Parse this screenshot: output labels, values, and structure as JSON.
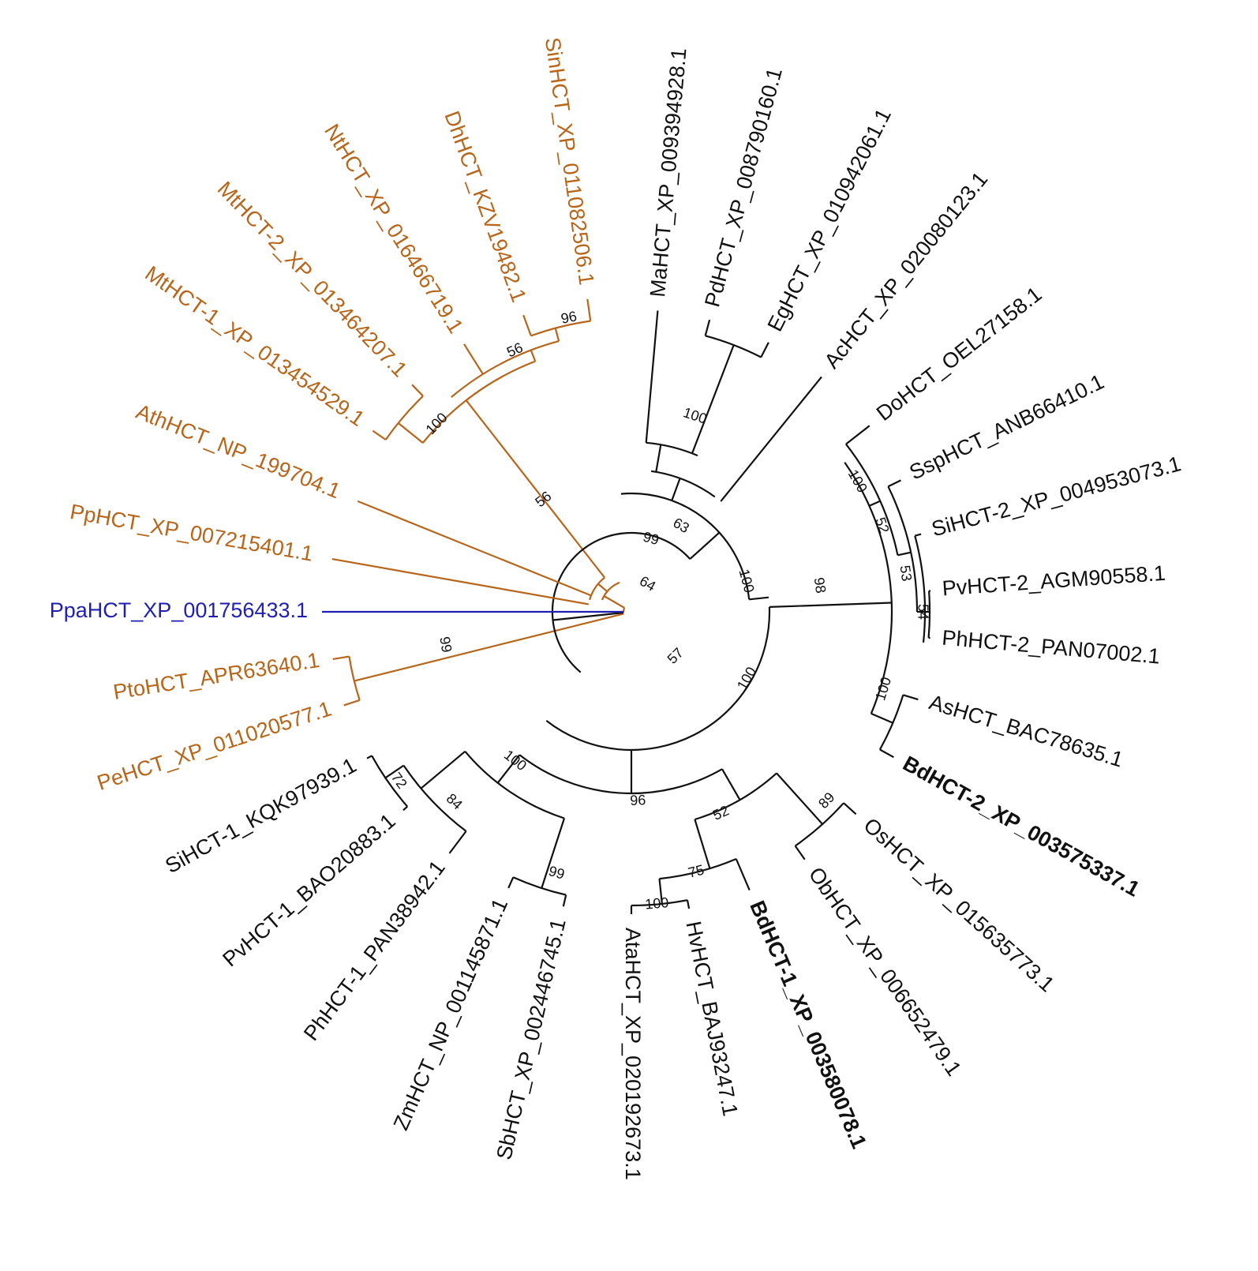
{
  "colors": {
    "eudicot": "#b8651a",
    "outgroup": "#1f1fb3",
    "monocot": "#111111"
  },
  "leaves": [
    {
      "id": "Ppa",
      "label": "PpaHCT_XP_001756433.1",
      "group": "outgroup"
    },
    {
      "id": "Pp",
      "label": "PpHCT_XP_007215401.1",
      "group": "eudicot"
    },
    {
      "id": "Ath",
      "label": "AthHCT_NP_199704.1",
      "group": "eudicot"
    },
    {
      "id": "Mt1",
      "label": "MtHCT-1_XP_013454529.1",
      "group": "eudicot"
    },
    {
      "id": "Mt2",
      "label": "MtHCT-2_XP_013464207.1",
      "group": "eudicot"
    },
    {
      "id": "Nt",
      "label": "NtHCT_XP_016466719.1",
      "group": "eudicot"
    },
    {
      "id": "Dh",
      "label": "DhHCT_KZV19482.1",
      "group": "eudicot"
    },
    {
      "id": "Sin",
      "label": "SinHCT_XP_011082506.1",
      "group": "eudicot"
    },
    {
      "id": "Ma",
      "label": "MaHCT_XP_009394928.1",
      "group": "monocot"
    },
    {
      "id": "Pd",
      "label": "PdHCT_XP_008790160.1",
      "group": "monocot"
    },
    {
      "id": "Eg",
      "label": "EgHCT_XP_010942061.1",
      "group": "monocot"
    },
    {
      "id": "Ac",
      "label": "AcHCT_XP_020080123.1",
      "group": "monocot"
    },
    {
      "id": "Do",
      "label": "DoHCT_OEL27158.1",
      "group": "monocot"
    },
    {
      "id": "Ssp",
      "label": "SspHCT_ANB66410.1",
      "group": "monocot"
    },
    {
      "id": "Si2",
      "label": "SiHCT-2_XP_004953073.1",
      "group": "monocot"
    },
    {
      "id": "Pv2",
      "label": "PvHCT-2_AGM90558.1",
      "group": "monocot"
    },
    {
      "id": "Ph2",
      "label": "PhHCT-2_PAN07002.1",
      "group": "monocot"
    },
    {
      "id": "As",
      "label": "AsHCT_BAC78635.1",
      "group": "monocot"
    },
    {
      "id": "Bd2",
      "label": "BdHCT-2_XP_003575337.1",
      "group": "monocot",
      "bold": true
    },
    {
      "id": "Os",
      "label": "OsHCT_XP_015635773.1",
      "group": "monocot"
    },
    {
      "id": "Ob",
      "label": "ObHCT_XP_006652479.1",
      "group": "monocot"
    },
    {
      "id": "Bd1",
      "label": "BdHCT-1_XP_003580078.1",
      "group": "monocot",
      "bold": true
    },
    {
      "id": "Hv",
      "label": "HvHCT_BAJ93247.1",
      "group": "monocot"
    },
    {
      "id": "Ata",
      "label": "AtaHCT_XP_020192673.1",
      "group": "monocot"
    },
    {
      "id": "Sb",
      "label": "SbHCT_XP_002446745.1",
      "group": "monocot"
    },
    {
      "id": "Zm",
      "label": "ZmHCT_NP_001145871.1",
      "group": "monocot"
    },
    {
      "id": "Ph1",
      "label": "PhHCT-1_PAN38942.1",
      "group": "monocot"
    },
    {
      "id": "Pv1",
      "label": "PvHCT-1_BAO20883.1",
      "group": "monocot"
    },
    {
      "id": "Si1",
      "label": "SiHCT-1_KQK97939.1",
      "group": "monocot"
    },
    {
      "id": "Pe",
      "label": "PeHCT_XP_011020577.1",
      "group": "eudicot"
    },
    {
      "id": "Pto",
      "label": "PtoHCT_APR63640.1",
      "group": "eudicot"
    }
  ],
  "bootstrap": [
    {
      "clade": "Dh+Sin",
      "value": "96"
    },
    {
      "clade": "Nt+Dh+Sin",
      "value": "56"
    },
    {
      "clade": "Mt1+Mt2+Nt+Dh+Sin",
      "value": "100"
    },
    {
      "clade": "Mt-Sin stem",
      "value": "56"
    },
    {
      "clade": "Pto+Pe",
      "value": "99"
    },
    {
      "clade": "eudicot core",
      "value": "64"
    },
    {
      "clade": "Ma+Pd+Eg",
      "value": "99"
    },
    {
      "clade": "Pd+Eg",
      "value": "100"
    },
    {
      "clade": "Ma-Ac",
      "value": "63"
    },
    {
      "clade": "Ma-Ac+grass",
      "value": "100"
    },
    {
      "clade": "Do-Bd2",
      "value": "98"
    },
    {
      "clade": "Do+Ssp-Ph2",
      "value": "100"
    },
    {
      "clade": "Ssp-Ph2",
      "value": "52"
    },
    {
      "clade": "Si2-Ph2",
      "value": "53"
    },
    {
      "clade": "Pv2+Ph2",
      "value": "54"
    },
    {
      "clade": "As+Bd2",
      "value": "100"
    },
    {
      "clade": "monocot crown",
      "value": "100"
    },
    {
      "clade": "monocot stem",
      "value": "57"
    },
    {
      "clade": "HCT-1 clade",
      "value": "96"
    },
    {
      "clade": "BEP HCT-1",
      "value": "52"
    },
    {
      "clade": "Os+Ob",
      "value": "89"
    },
    {
      "clade": "Bd1+Hv+Ata",
      "value": "75"
    },
    {
      "clade": "Hv+Ata",
      "value": "100"
    },
    {
      "clade": "PACMAD HCT-1",
      "value": "100"
    },
    {
      "clade": "Sb+Zm",
      "value": "99"
    },
    {
      "clade": "Si1-Ph1",
      "value": "84"
    },
    {
      "clade": "Si1+Pv1",
      "value": "72"
    }
  ]
}
